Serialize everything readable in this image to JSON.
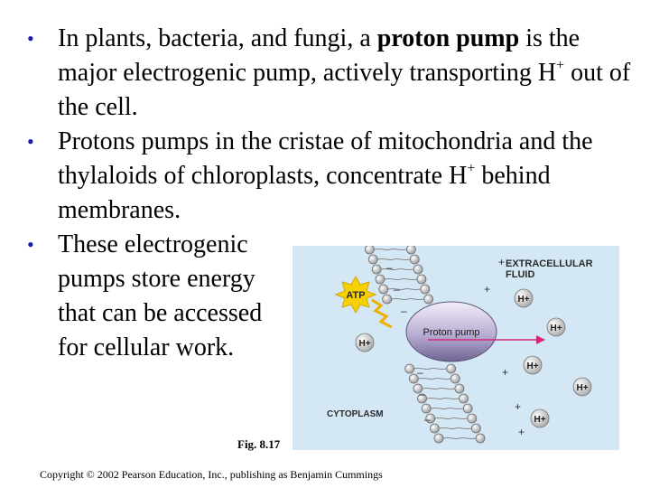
{
  "bullets": [
    {
      "pre": "In plants, bacteria, and fungi, a ",
      "bold": "proton pump",
      "post1": " is the major electrogenic pump, actively transporting H",
      "sup": "+",
      "post2": " out of the cell."
    },
    {
      "pre": "Protons pumps in the cristae of mitochondria and the thylaloids of chloroplasts, concentrate H",
      "sup": "+",
      "post": " behind membranes."
    },
    {
      "line1": "These electrogenic",
      "line2": "pumps store energy",
      "line3": "that can be accessed",
      "line4": "for cellular work."
    }
  ],
  "bullet_glyph": "•",
  "figure": {
    "extracellular_line1": "EXTRACELLULAR",
    "extracellular_line2": "FLUID",
    "cytoplasm": "CYTOPLASM",
    "atp": "ATP",
    "pump": "Proton pump",
    "hplus": "H+"
  },
  "fig_caption": "Fig. 8.17",
  "copyright": "Copyright © 2002 Pearson Education, Inc., publishing as Benjamin Cummings"
}
